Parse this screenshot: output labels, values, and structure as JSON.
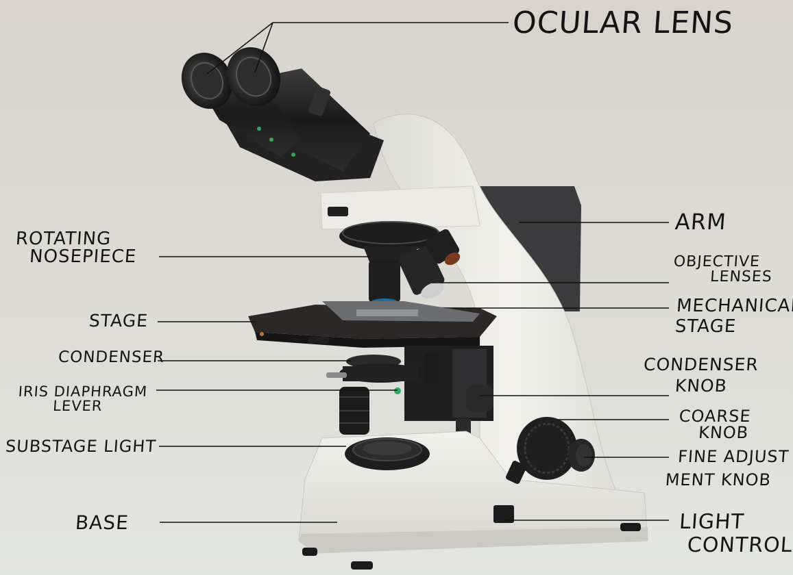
{
  "colors": {
    "background": "#dbd9d2",
    "body": "#ecebe5",
    "body_shadow": "#c9c8c1",
    "dark": "#1c1c1c",
    "stage": "#2a2625",
    "back_panel": "#3a3a3d",
    "leader_line": "#111111"
  },
  "labels": {
    "ocular_lens": "OCULAR LENS",
    "arm": "ARM",
    "rotating_nosepiece_1": "ROTATING",
    "rotating_nosepiece_2": "NOSEPIECE",
    "objective_lenses_1": "OBJECTIVE",
    "objective_lenses_2": "LENSES",
    "stage": "STAGE",
    "mechanical_stage_1": "MECHANICAL",
    "mechanical_stage_2": "STAGE",
    "condenser": "CONDENSER",
    "condenser_knob_1": "CONDENSER",
    "condenser_knob_2": "KNOB",
    "iris_diaphragm_1": "IRIS DIAPHRAGM",
    "iris_diaphragm_2": "LEVER",
    "coarse_knob_1": "COARSE",
    "coarse_knob_2": "KNOB",
    "fine_adjustment_1": "FINE ADJUST",
    "fine_adjustment_2": "MENT KNOB",
    "substage_light": "SUBSTAGE LIGHT",
    "base": "BASE",
    "light_control_1": "LIGHT",
    "light_control_2": "CONTROL"
  }
}
